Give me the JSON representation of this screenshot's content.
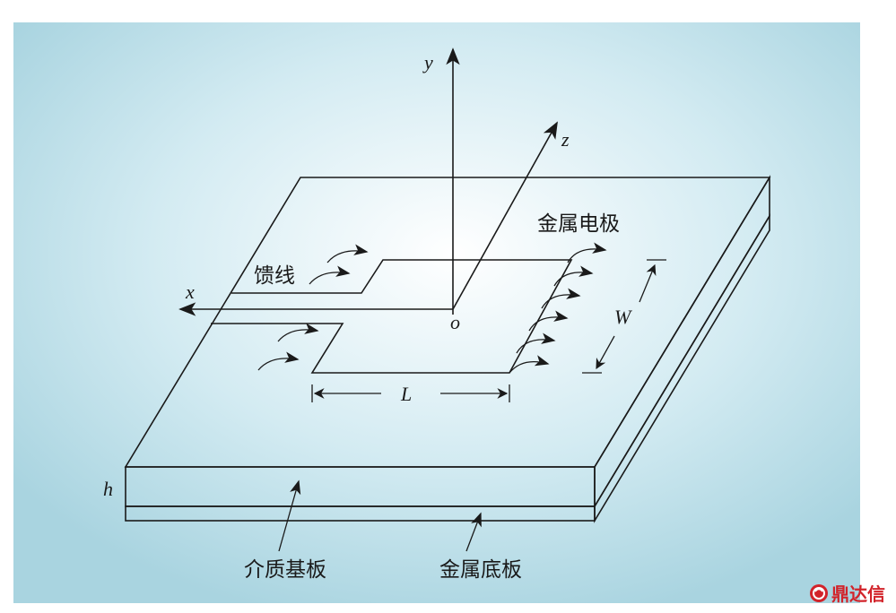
{
  "labels": {
    "y_axis": "y",
    "z_axis": "z",
    "x_axis": "x",
    "origin": "o",
    "length": "L",
    "width": "W",
    "height": "h",
    "feed_line": "馈线",
    "metal_electrode": "金属电极",
    "dielectric_substrate": "介质基板",
    "metal_ground": "金属底板"
  },
  "watermark": {
    "text": "鼎达信"
  },
  "colors": {
    "panel_center": "#ffffff",
    "panel_edge": "#a9d4e0",
    "line": "#1a1a1a",
    "watermark": "#d2232a"
  }
}
